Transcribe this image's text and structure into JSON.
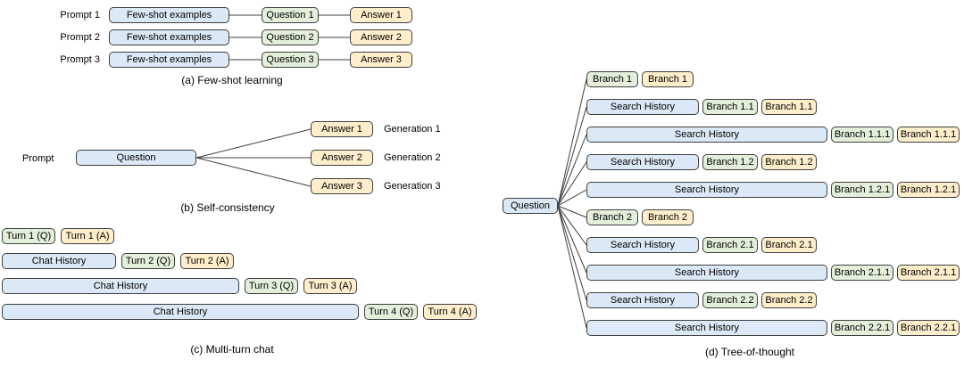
{
  "colors": {
    "context_fill": "#dbe9f6",
    "question_fill": "#e3efda",
    "answer_fill": "#ffeecb",
    "border": "#3f3f3f"
  },
  "panel_a": {
    "caption": "(a) Few-shot learning",
    "rows": [
      {
        "label": "Prompt 1",
        "fewshot": "Few-shot examples",
        "question": "Question 1",
        "answer": "Answer 1"
      },
      {
        "label": "Prompt 2",
        "fewshot": "Few-shot examples",
        "question": "Question 2",
        "answer": "Answer 2"
      },
      {
        "label": "Prompt 3",
        "fewshot": "Few-shot examples",
        "question": "Question 3",
        "answer": "Answer 3"
      }
    ]
  },
  "panel_b": {
    "caption": "(b) Self-consistency",
    "prompt_label": "Prompt",
    "question": "Question",
    "rows": [
      {
        "answer": "Answer 1",
        "generation": "Generation 1"
      },
      {
        "answer": "Answer 2",
        "generation": "Generation 2"
      },
      {
        "answer": "Answer 3",
        "generation": "Generation 3"
      }
    ]
  },
  "panel_c": {
    "caption": "(c) Multi-turn chat",
    "rows": [
      {
        "q": "Turn 1 (Q)",
        "a": "Turn 1 (A)"
      },
      {
        "history": "Chat History",
        "q": "Turn 2 (Q)",
        "a": "Turn 2 (A)"
      },
      {
        "history": "Chat History",
        "q": "Turn 3 (Q)",
        "a": "Turn 3 (A)"
      },
      {
        "history": "Chat History",
        "q": "Turn 4 (Q)",
        "a": "Turn 4 (A)"
      }
    ]
  },
  "panel_d": {
    "caption": "(d) Tree-of-thought",
    "question": "Question",
    "rows": [
      {
        "green": "Branch 1",
        "yellow": "Branch 1"
      },
      {
        "history": "Search History",
        "green": "Branch 1.1",
        "yellow": "Branch 1.1"
      },
      {
        "history": "Search History",
        "green": "Branch 1.1.1",
        "yellow": "Branch 1.1.1"
      },
      {
        "history": "Search History",
        "green": "Branch 1.2",
        "yellow": "Branch 1.2"
      },
      {
        "history": "Search History",
        "green": "Branch 1.2.1",
        "yellow": "Branch 1.2.1"
      },
      {
        "green": "Branch 2",
        "yellow": "Branch 2"
      },
      {
        "history": "Search History",
        "green": "Branch 2.1",
        "yellow": "Branch 2.1"
      },
      {
        "history": "Search History",
        "green": "Branch 2.1.1",
        "yellow": "Branch 2.1.1"
      },
      {
        "history": "Search History",
        "green": "Branch 2.2",
        "yellow": "Branch 2.2"
      },
      {
        "history": "Search History",
        "green": "Branch 2.2.1",
        "yellow": "Branch 2.2.1"
      }
    ]
  }
}
